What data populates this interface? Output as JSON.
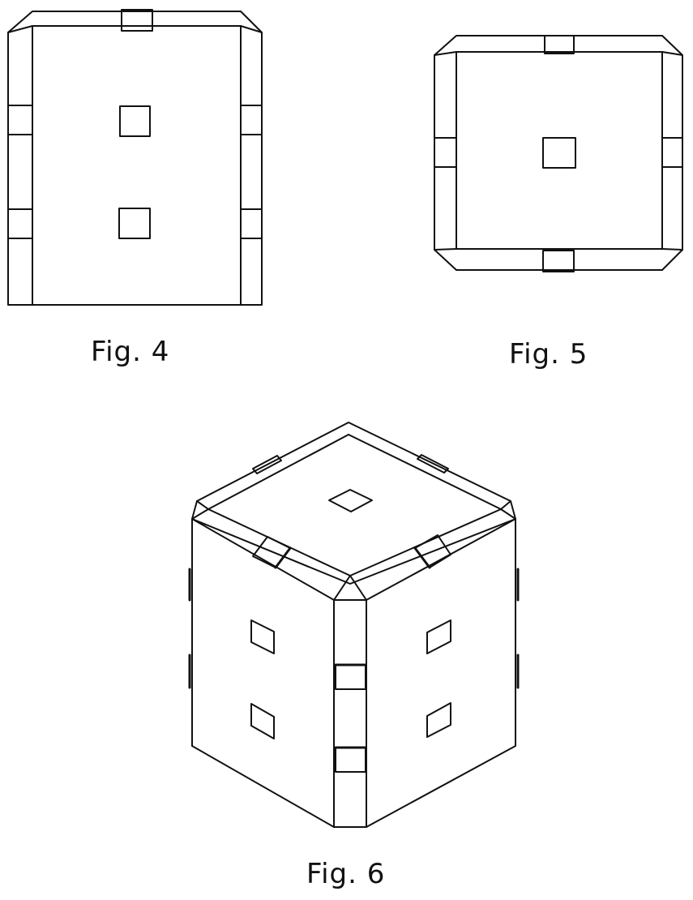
{
  "captions": {
    "fig4": "Fig. 4",
    "fig5": "Fig. 5",
    "fig6": "Fig. 6"
  },
  "colors": {
    "ink": "#111111",
    "paper": "#ffffff"
  }
}
